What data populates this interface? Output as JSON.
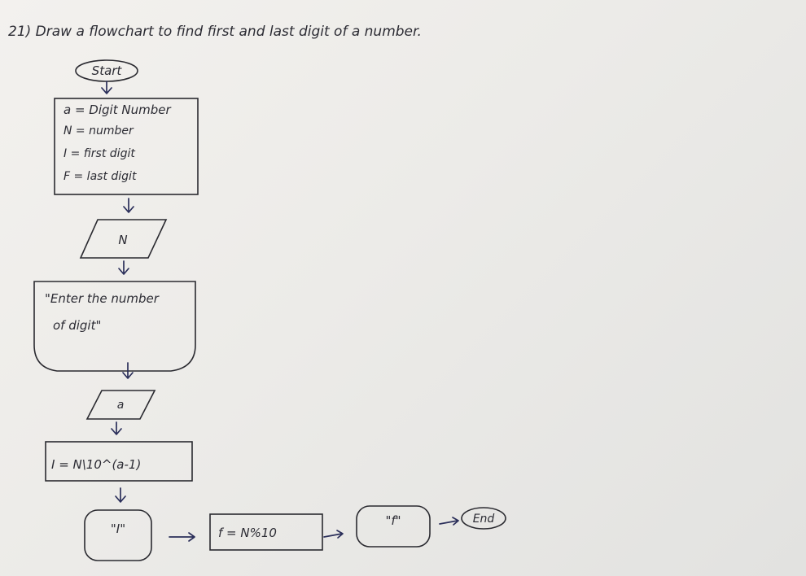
{
  "title": "21) Draw a flowchart to find first and last digit of a number.",
  "nodes": {
    "start": "Start",
    "declare": [
      "a = Digit Number",
      "N = number",
      "I = first digit",
      "F = last digit"
    ],
    "input_n": "N",
    "prompt": [
      "\"Enter the number",
      "of digit\""
    ],
    "input_a": "a",
    "process_first": "I = N\\10^(a-1)",
    "output_first": "\"I\"",
    "process_last": "f = N%10",
    "output_last": "\"f\"",
    "end": "End"
  },
  "colors": {
    "ink": "#2a2a30",
    "arrow_ink": "#2b2f5a",
    "paper": "#efeeeb"
  }
}
